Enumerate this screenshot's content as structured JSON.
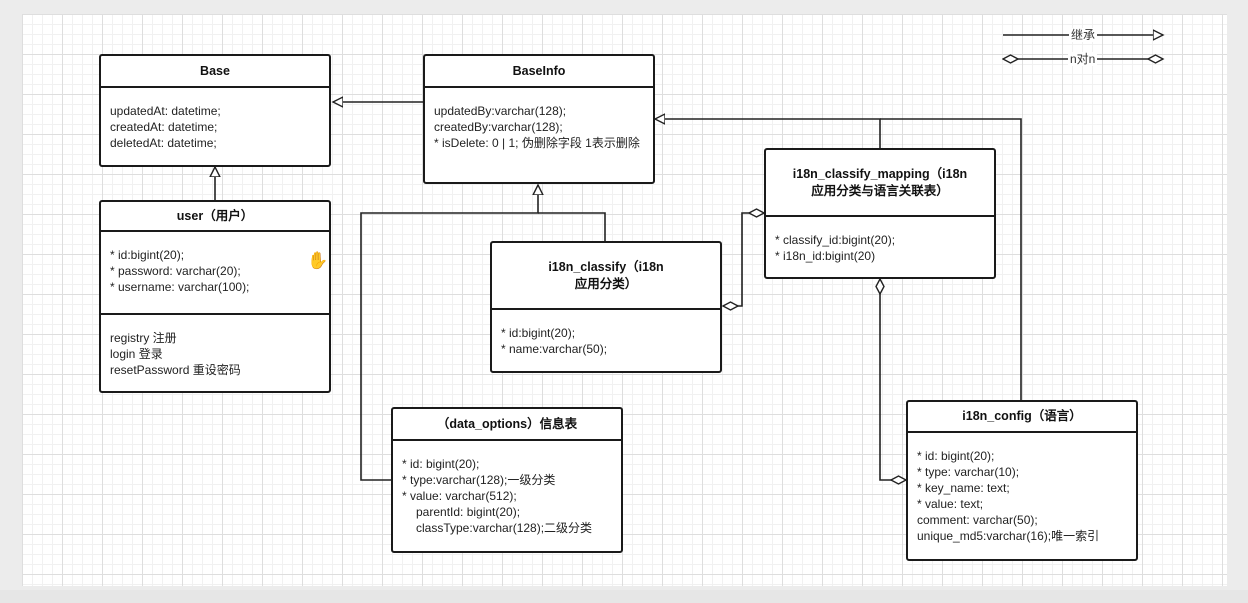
{
  "legend": {
    "inherit_label": "继承",
    "many_label": "n对n"
  },
  "classes": {
    "base": {
      "title": "Base",
      "attrs": [
        "updatedAt: datetime;",
        "createdAt: datetime;",
        "deletedAt: datetime;"
      ]
    },
    "baseinfo": {
      "title": "BaseInfo",
      "attrs": [
        "updatedBy:varchar(128);",
        "createdBy:varchar(128);",
        "* isDelete: 0 | 1;  伪删除字段 1表示删除"
      ]
    },
    "user": {
      "title": "user（用户）",
      "attrs": [
        "* id:bigint(20);",
        "* password: varchar(20);",
        "* username: varchar(100);"
      ],
      "methods": [
        "registry 注册",
        "login 登录",
        "resetPassword 重设密码"
      ]
    },
    "classify": {
      "title": "i18n_classify（i18n 应用分类）",
      "attrs": [
        "* id:bigint(20);",
        "* name:varchar(50);"
      ]
    },
    "mapping": {
      "title": "i18n_classify_mapping（i18n 应用分类与语言关联表）",
      "attrs": [
        "* classify_id:bigint(20);",
        "* i18n_id:bigint(20)"
      ]
    },
    "options": {
      "title": "（data_options）信息表",
      "attrs": [
        "* id: bigint(20);",
        "* type:varchar(128);一级分类",
        "* value: varchar(512);",
        "parentId: bigint(20);",
        "classType:varchar(128);二级分类"
      ]
    },
    "config": {
      "title": "i18n_config（语言）",
      "attrs": [
        "* id: bigint(20);",
        "* type: varchar(10);",
        "* key_name: text;",
        "* value: text;",
        "comment: varchar(50);",
        "unique_md5:varchar(16);唯一索引"
      ]
    }
  }
}
